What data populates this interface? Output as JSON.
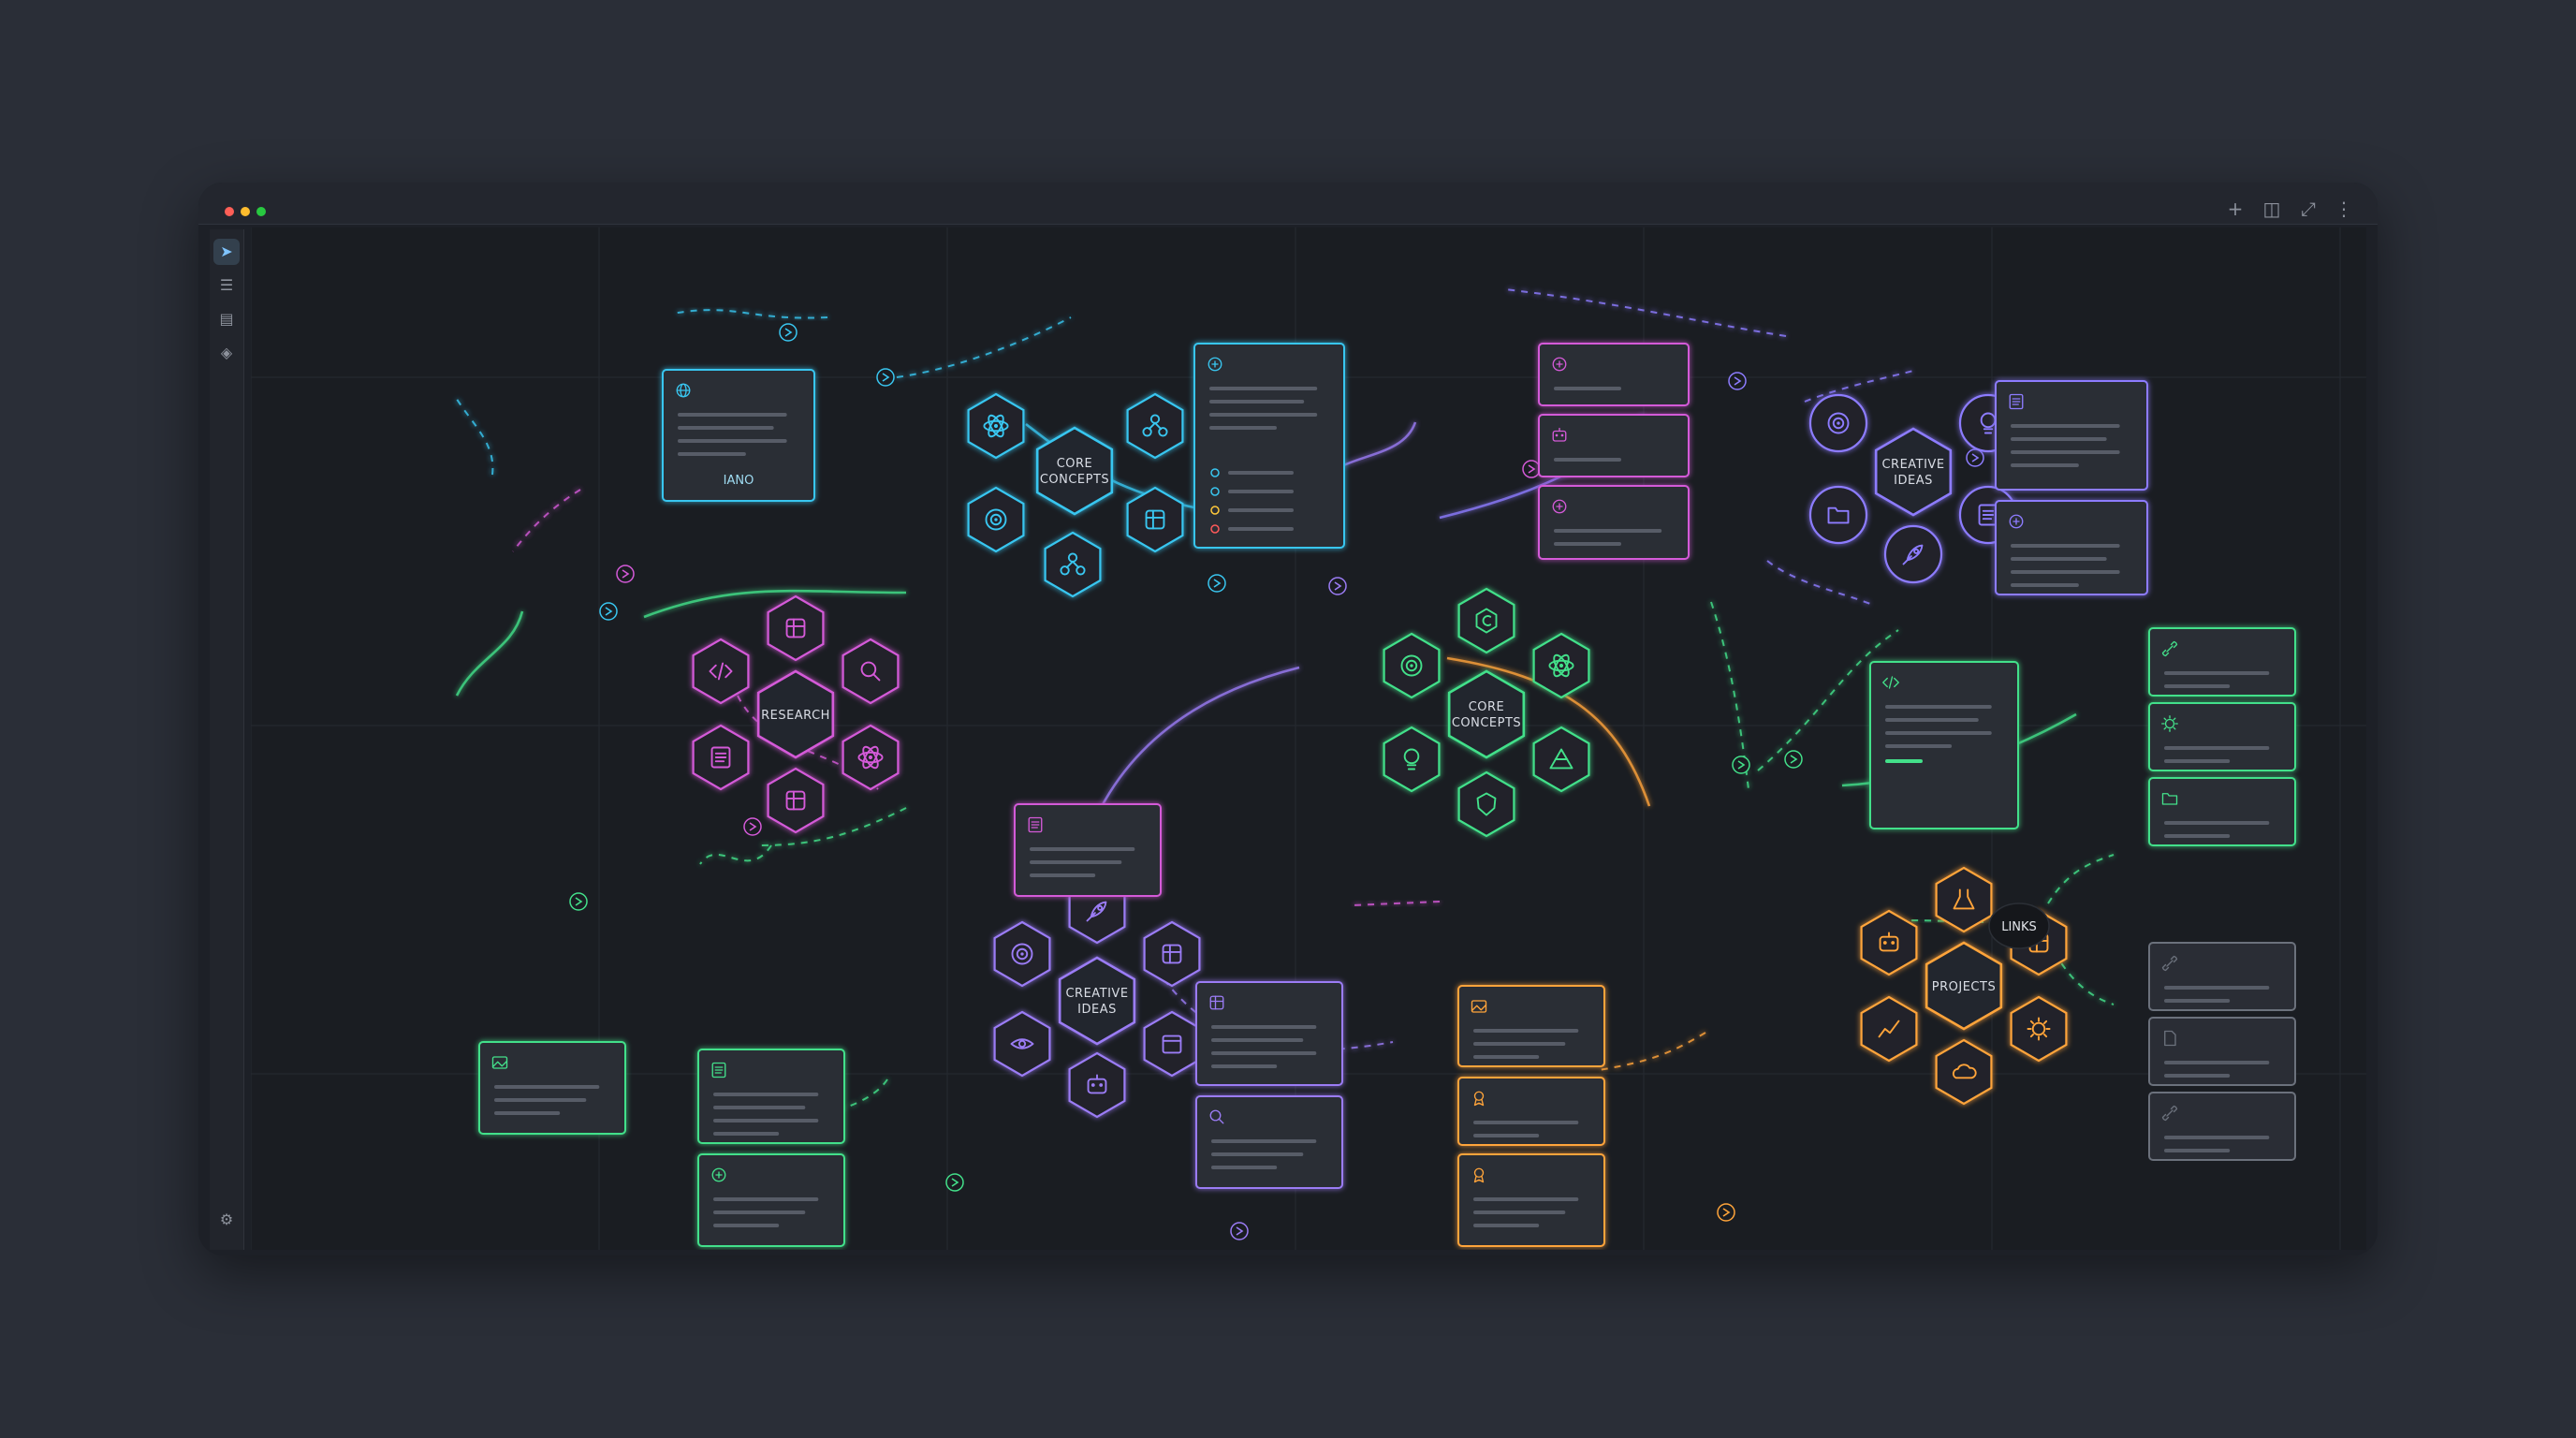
{
  "window": {
    "traffic_light_colors": [
      "#ff5f57",
      "#febc2e",
      "#28c840"
    ],
    "controls": [
      {
        "name": "add-icon",
        "glyph": "+"
      },
      {
        "name": "split-view-icon",
        "glyph": "◫"
      },
      {
        "name": "expand-icon",
        "glyph": "⤢"
      },
      {
        "name": "more-icon",
        "glyph": "⋮"
      }
    ]
  },
  "toolbar": {
    "tools": [
      {
        "name": "pointer-tool",
        "glyph": "➤"
      },
      {
        "name": "list-tool",
        "glyph": "☰"
      },
      {
        "name": "book-tool",
        "glyph": "▤"
      },
      {
        "name": "layers-tool",
        "glyph": "◈"
      }
    ],
    "settings_glyph": "⚙"
  },
  "palette": {
    "cyan": "#39c6f0",
    "green": "#43e08a",
    "magenta": "#d45ad8",
    "purple": "#9b7cf5",
    "violet": "#8d7cff",
    "orange": "#ffa43a",
    "grid": "#262a31",
    "card_bg": "#2a2d35"
  },
  "clusters": [
    {
      "id": "core-concepts-top",
      "label": [
        "CORE",
        "CONCEPTS"
      ],
      "color": "cyan",
      "icons": [
        "atom",
        "network",
        "chip",
        "hub",
        "cycle"
      ]
    },
    {
      "id": "core-concepts-center",
      "label": [
        "CORE",
        "CONCEPTS"
      ],
      "color": "green",
      "icons": [
        "copyright",
        "atom",
        "pyramid",
        "shield",
        "bulb",
        "target"
      ]
    },
    {
      "id": "creative-ideas-top",
      "label": [
        "CREATIVE",
        "IDEAS"
      ],
      "color": "violet",
      "icons": [
        "bulb",
        "list",
        "rocket",
        "folder",
        "gauge"
      ]
    },
    {
      "id": "research",
      "label": [
        "RESEARCH"
      ],
      "color": "magenta",
      "icons": [
        "cube",
        "search",
        "atom",
        "cube2",
        "doc",
        "code"
      ]
    },
    {
      "id": "creative-ideas-bottom",
      "label": [
        "CREATIVE",
        "IDEAS"
      ],
      "color": "purple",
      "icons": [
        "rocket",
        "grid",
        "calendar",
        "robot",
        "eye",
        "target"
      ]
    },
    {
      "id": "projects",
      "label": [
        "PROJECTS"
      ],
      "color": "orange",
      "icons": [
        "flask",
        "window",
        "gear",
        "cloud",
        "chart",
        "team"
      ]
    }
  ],
  "cards": [
    {
      "id": "card-lano",
      "label": "IANO",
      "color": "cyan",
      "icon": "globe"
    },
    {
      "id": "card-checklist",
      "color": "cyan",
      "icon": "scan"
    },
    {
      "id": "card-research-note",
      "color": "magenta",
      "icon": "doc"
    },
    {
      "id": "card-mag-1",
      "color": "magenta",
      "icon": "info"
    },
    {
      "id": "card-mag-2",
      "color": "magenta",
      "icon": "team"
    },
    {
      "id": "card-mag-3",
      "color": "magenta",
      "icon": "edit"
    },
    {
      "id": "card-vi-1",
      "color": "violet",
      "icon": "doc"
    },
    {
      "id": "card-vi-2",
      "color": "violet",
      "icon": "edit"
    },
    {
      "id": "card-code",
      "color": "green",
      "icon": "code"
    },
    {
      "id": "card-link-1",
      "color": "green",
      "icon": "link"
    },
    {
      "id": "card-sun",
      "color": "green",
      "icon": "sun"
    },
    {
      "id": "card-folder",
      "color": "green",
      "icon": "folder"
    },
    {
      "id": "card-grey-link-1",
      "color": "grey",
      "icon": "link"
    },
    {
      "id": "card-grey-file",
      "color": "grey",
      "icon": "file"
    },
    {
      "id": "card-grey-link-2",
      "color": "grey",
      "icon": "link"
    },
    {
      "id": "card-ci-1",
      "color": "purple",
      "icon": "window"
    },
    {
      "id": "card-ci-2",
      "color": "purple",
      "icon": "search"
    },
    {
      "id": "card-or-1",
      "color": "orange",
      "icon": "image"
    },
    {
      "id": "card-or-2",
      "color": "orange",
      "icon": "pin"
    },
    {
      "id": "card-or-3",
      "color": "orange",
      "icon": "award"
    },
    {
      "id": "card-gr-1",
      "color": "green",
      "icon": "image"
    },
    {
      "id": "card-gr-2",
      "color": "green",
      "icon": "list"
    },
    {
      "id": "card-gr-3",
      "color": "green",
      "icon": "plus"
    }
  ],
  "links_node": {
    "label": "LINKS"
  }
}
